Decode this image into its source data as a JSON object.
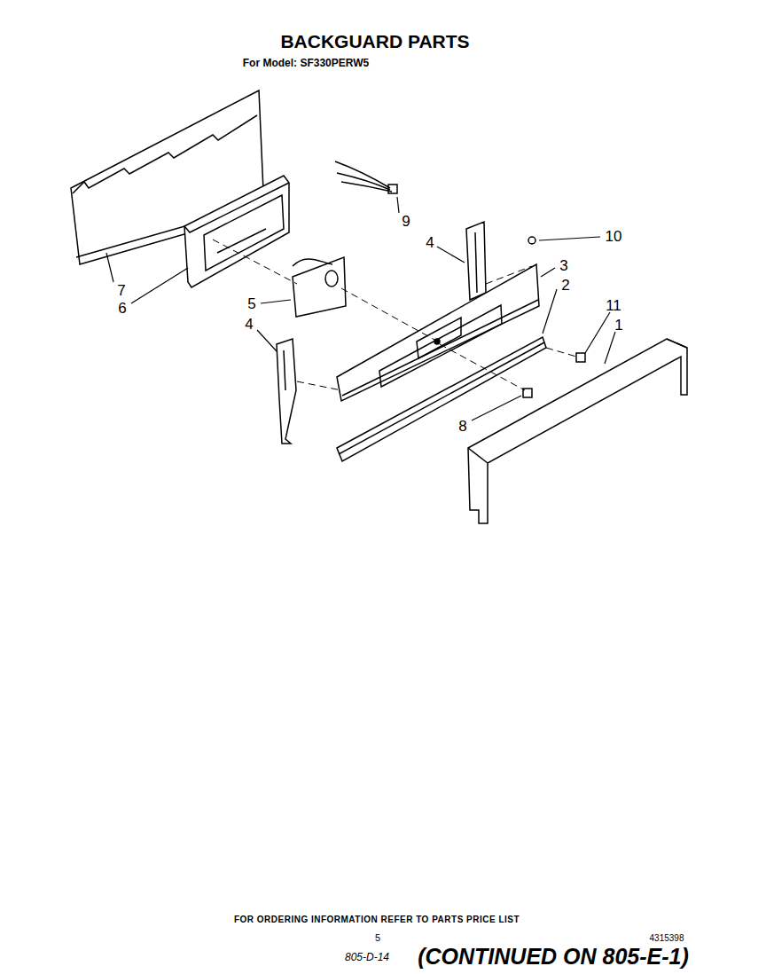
{
  "diagram": {
    "title": "BACKGUARD PARTS",
    "labels": [
      "For Model: SF330PERW5",
      "9",
      "10",
      "4",
      "3",
      "2",
      "7",
      "6",
      "5",
      "11",
      "1",
      "4",
      "8",
      "FOR ORDERING INFORMATION REFER TO PARTS PRICE LIST",
      "5",
      "4315398",
      "805-D-14",
      "(CONTINUED ON 805-E-1)"
    ]
  }
}
